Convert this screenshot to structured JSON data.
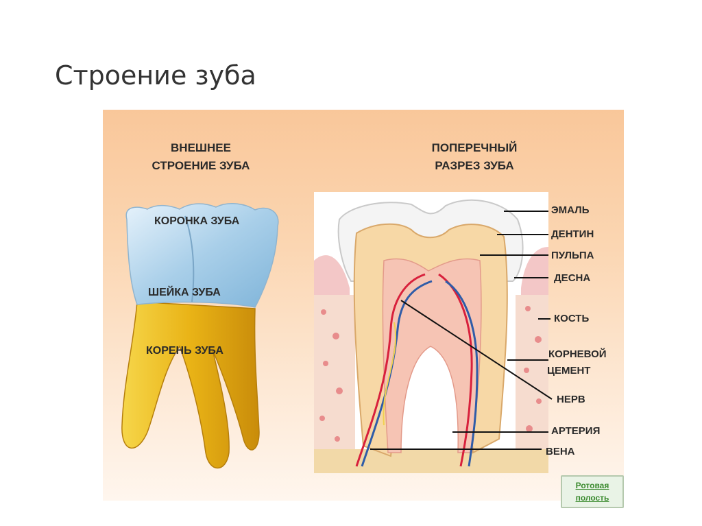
{
  "slide": {
    "title": "Строение зуба"
  },
  "external": {
    "heading_line1": "ВНЕШНЕЕ",
    "heading_line2": "СТРОЕНИЕ ЗУБА",
    "labels": {
      "crown": "КОРОНКА ЗУБА",
      "neck": "ШЕЙКА ЗУБА",
      "root": "КОРЕНЬ ЗУБА"
    }
  },
  "cross_section": {
    "heading_line1": "ПОПЕРЕЧНЫЙ",
    "heading_line2": "РАЗРЕЗ ЗУБА",
    "labels": {
      "enamel": "ЭМАЛЬ",
      "dentin": "ДЕНТИН",
      "pulp": "ПУЛЬПА",
      "gum": "ДЕСНА",
      "bone": "КОСТЬ",
      "cement_line1": "КОРНЕВОЙ",
      "cement_line2": "ЦЕМЕНТ",
      "nerve": "НЕРВ",
      "artery": "АРТЕРИЯ",
      "vein": "ВЕНА"
    }
  },
  "nav": {
    "button_line1": "Ротовая",
    "button_line2": "полость"
  },
  "colors": {
    "enamel": "#bcd9ee",
    "root": "#efc22a",
    "gum": "#f6c2c4",
    "dentin": "#f7d8a6",
    "pulp": "#f6c4b4",
    "artery": "#d8203c",
    "vein": "#2f5ca8"
  }
}
